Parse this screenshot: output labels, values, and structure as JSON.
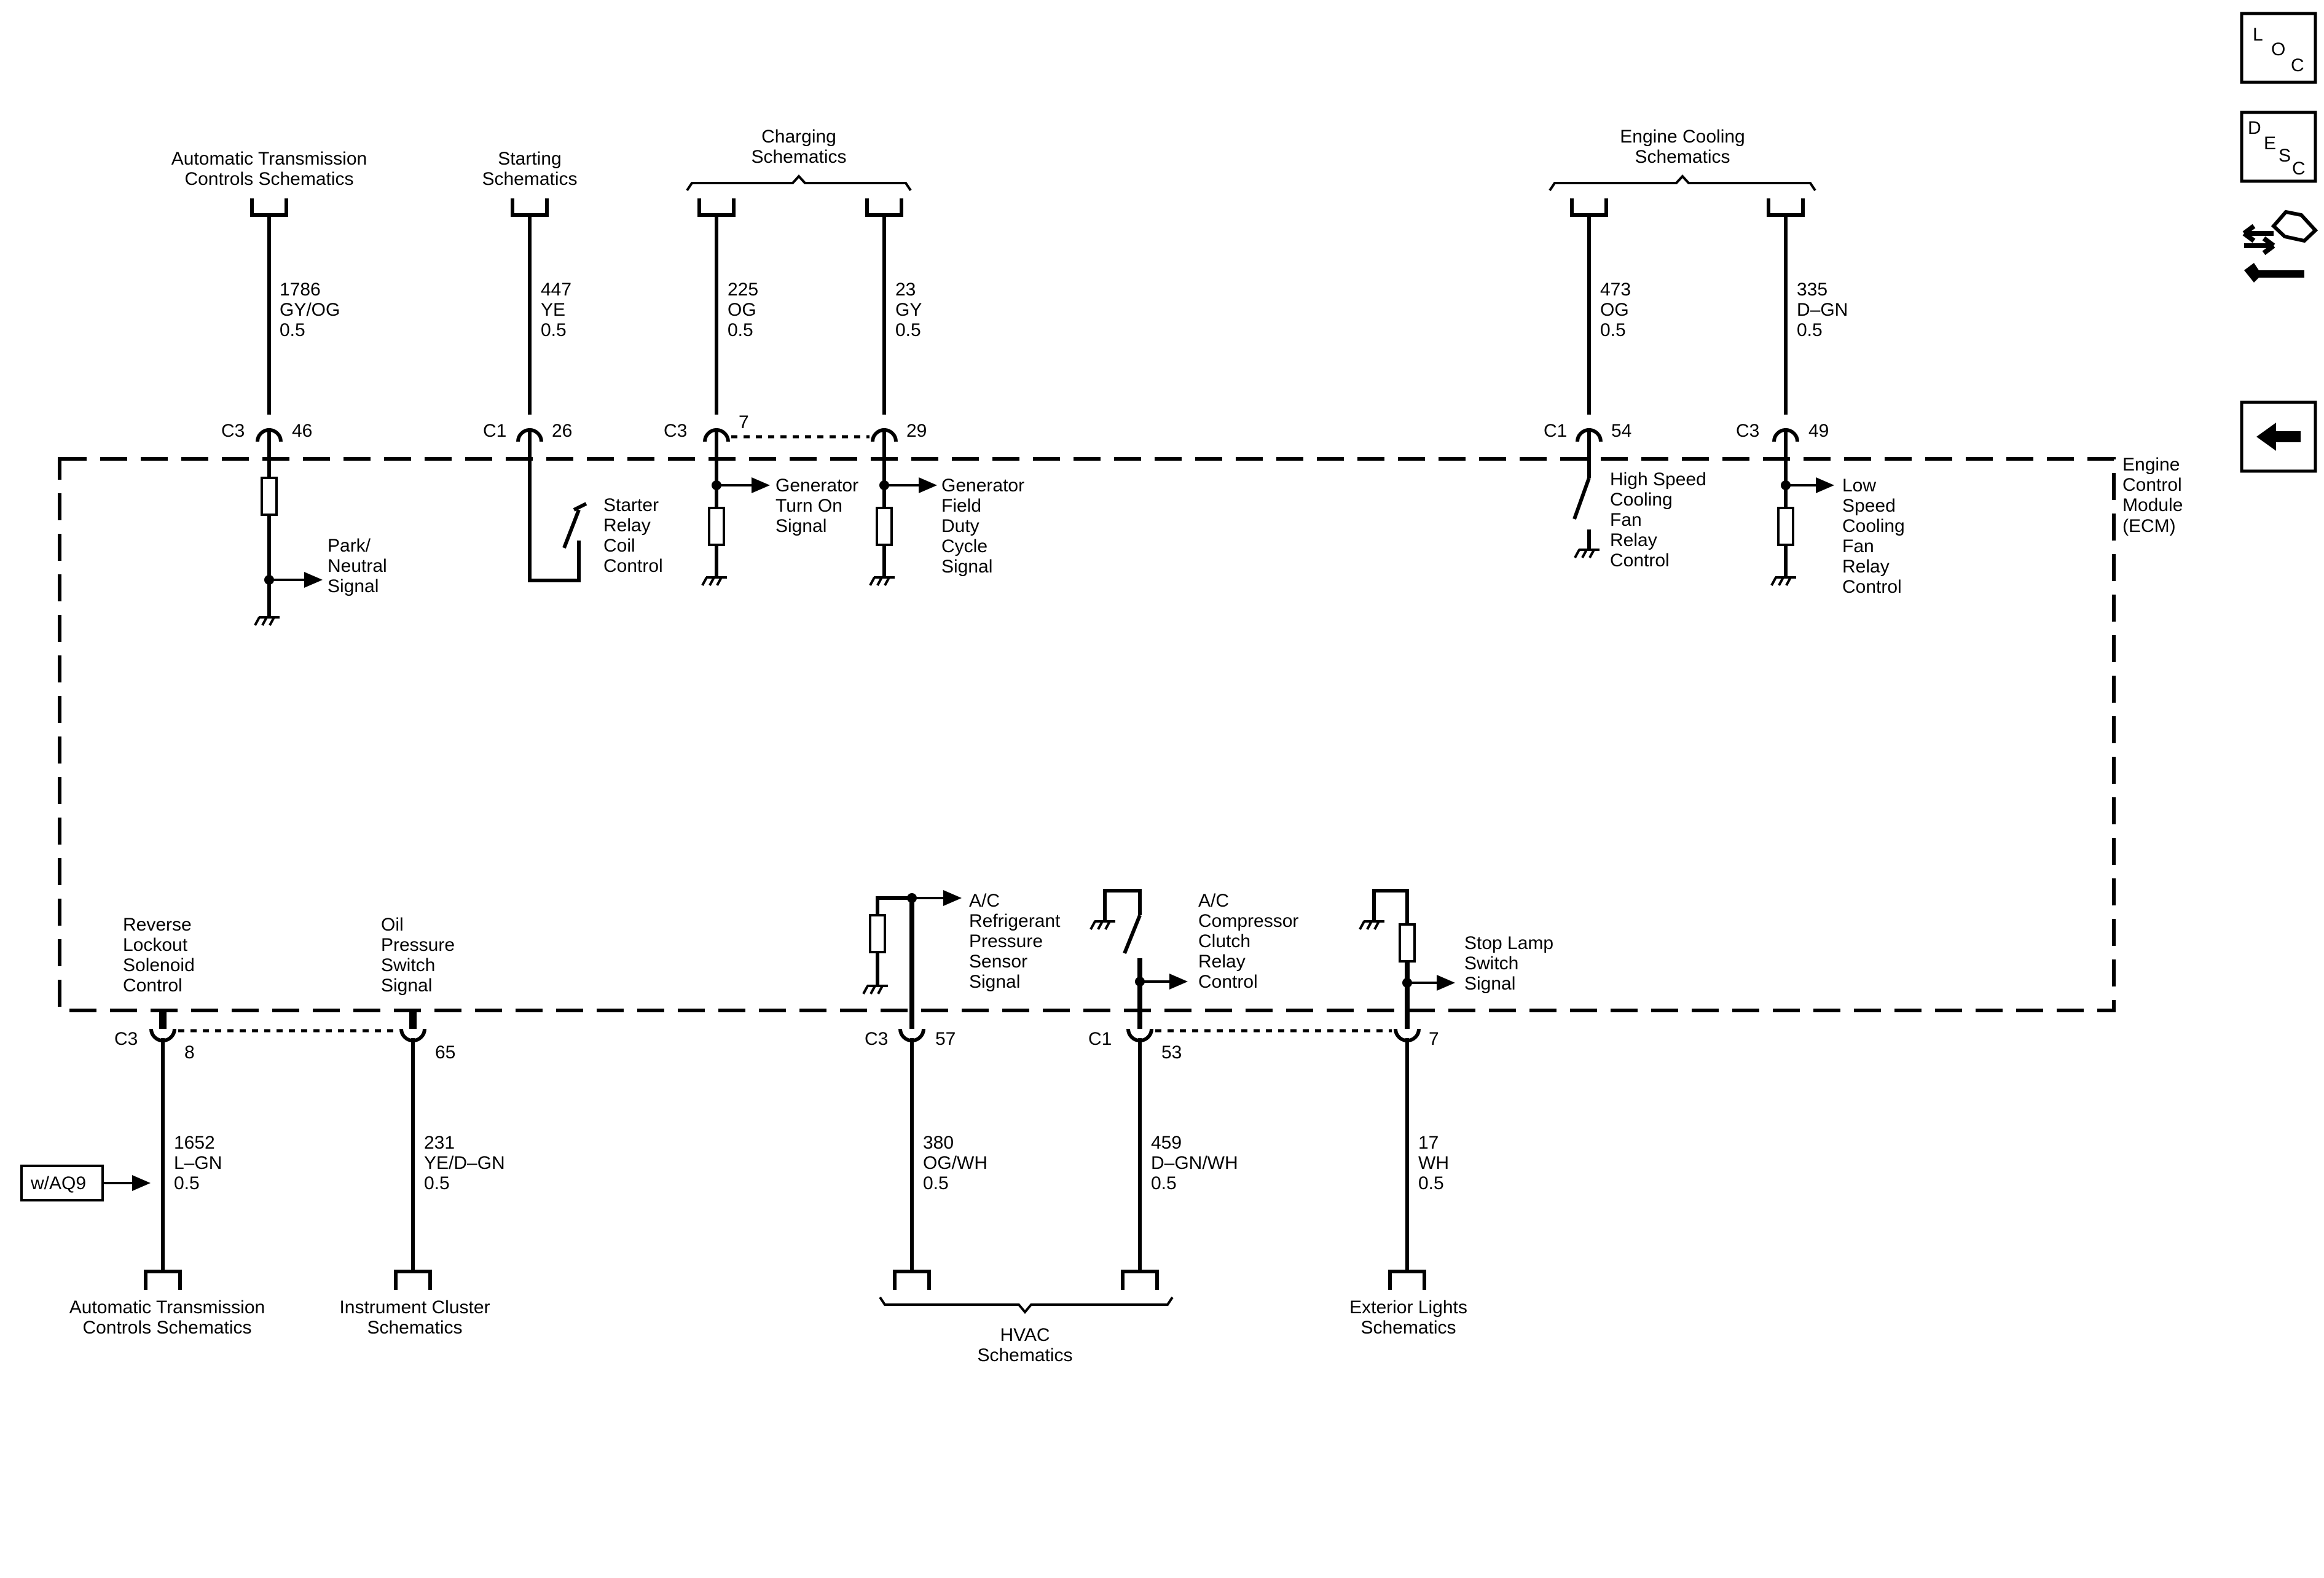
{
  "nav": {
    "loc": {
      "l1": "L",
      "l2": "O",
      "l3": "C"
    },
    "desc": {
      "l1": "D",
      "l2": "E",
      "l3": "S",
      "l4": "C"
    }
  },
  "module": {
    "line1": "Engine",
    "line2": "Control",
    "line3": "Module",
    "line4": "(ECM)"
  },
  "top": {
    "trans_dest": {
      "line1": "Automatic Transmission",
      "line2": "Controls Schematics"
    },
    "start_dest": {
      "line1": "Starting",
      "line2": "Schematics"
    },
    "charge_dest": {
      "line1": "Charging",
      "line2": "Schematics"
    },
    "cool_dest": {
      "line1": "Engine Cooling",
      "line2": "Schematics"
    },
    "w1786": {
      "circuit": "1786",
      "color": "GY/OG",
      "gauge": "0.5",
      "conn": "C3",
      "pin": "46"
    },
    "w447": {
      "circuit": "447",
      "color": "YE",
      "gauge": "0.5",
      "conn": "C1",
      "pin": "26"
    },
    "w225": {
      "circuit": "225",
      "color": "OG",
      "gauge": "0.5",
      "conn": "C3",
      "pin": "7"
    },
    "w23": {
      "circuit": "23",
      "color": "GY",
      "gauge": "0.5",
      "pin": "29"
    },
    "w473": {
      "circuit": "473",
      "color": "OG",
      "gauge": "0.5",
      "conn": "C1",
      "pin": "54"
    },
    "w335": {
      "circuit": "335",
      "color": "D–GN",
      "gauge": "0.5",
      "conn": "C3",
      "pin": "49"
    }
  },
  "internal_top": {
    "park": {
      "line1": "Park/",
      "line2": "Neutral",
      "line3": "Signal"
    },
    "starter": {
      "line1": "Starter",
      "line2": "Relay",
      "line3": "Coil",
      "line4": "Control"
    },
    "gen_on": {
      "line1": "Generator",
      "line2": "Turn On",
      "line3": "Signal"
    },
    "gen_field": {
      "line1": "Generator",
      "line2": "Field",
      "line3": "Duty",
      "line4": "Cycle",
      "line5": "Signal"
    },
    "high_fan": {
      "line1": "High Speed",
      "line2": "Cooling",
      "line3": "Fan",
      "line4": "Relay",
      "line5": "Control"
    },
    "low_fan": {
      "line1": "Low",
      "line2": "Speed",
      "line3": "Cooling",
      "line4": "Fan",
      "line5": "Relay",
      "line6": "Control"
    }
  },
  "internal_bottom": {
    "reverse": {
      "line1": "Reverse",
      "line2": "Lockout",
      "line3": "Solenoid",
      "line4": "Control"
    },
    "oil": {
      "line1": "Oil",
      "line2": "Pressure",
      "line3": "Switch",
      "line4": "Signal"
    },
    "ac_ref": {
      "line1": "A/C",
      "line2": "Refrigerant",
      "line3": "Pressure",
      "line4": "Sensor",
      "line5": "Signal"
    },
    "ac_clutch": {
      "line1": "A/C",
      "line2": "Compressor",
      "line3": "Clutch",
      "line4": "Relay",
      "line5": "Control"
    },
    "stop": {
      "line1": "Stop Lamp",
      "line2": "Switch",
      "line3": "Signal"
    }
  },
  "bottom": {
    "w1652": {
      "circuit": "1652",
      "color": "L–GN",
      "gauge": "0.5",
      "conn": "C3",
      "pin": "8"
    },
    "w231": {
      "circuit": "231",
      "color": "YE/D–GN",
      "gauge": "0.5",
      "pin": "65"
    },
    "w380": {
      "circuit": "380",
      "color": "OG/WH",
      "gauge": "0.5",
      "conn": "C3",
      "pin": "57"
    },
    "w459": {
      "circuit": "459",
      "color": "D–GN/WH",
      "gauge": "0.5",
      "conn": "C1",
      "pin": "53"
    },
    "w17": {
      "circuit": "17",
      "color": "WH",
      "gauge": "0.5",
      "pin": "7"
    },
    "option": "w/AQ9",
    "trans_dest": {
      "line1": "Automatic Transmission",
      "line2": "Controls Schematics"
    },
    "cluster_dest": {
      "line1": "Instrument Cluster",
      "line2": "Schematics"
    },
    "hvac_dest": {
      "line1": "HVAC",
      "line2": "Schematics"
    },
    "ext_dest": {
      "line1": "Exterior Lights",
      "line2": "Schematics"
    }
  }
}
